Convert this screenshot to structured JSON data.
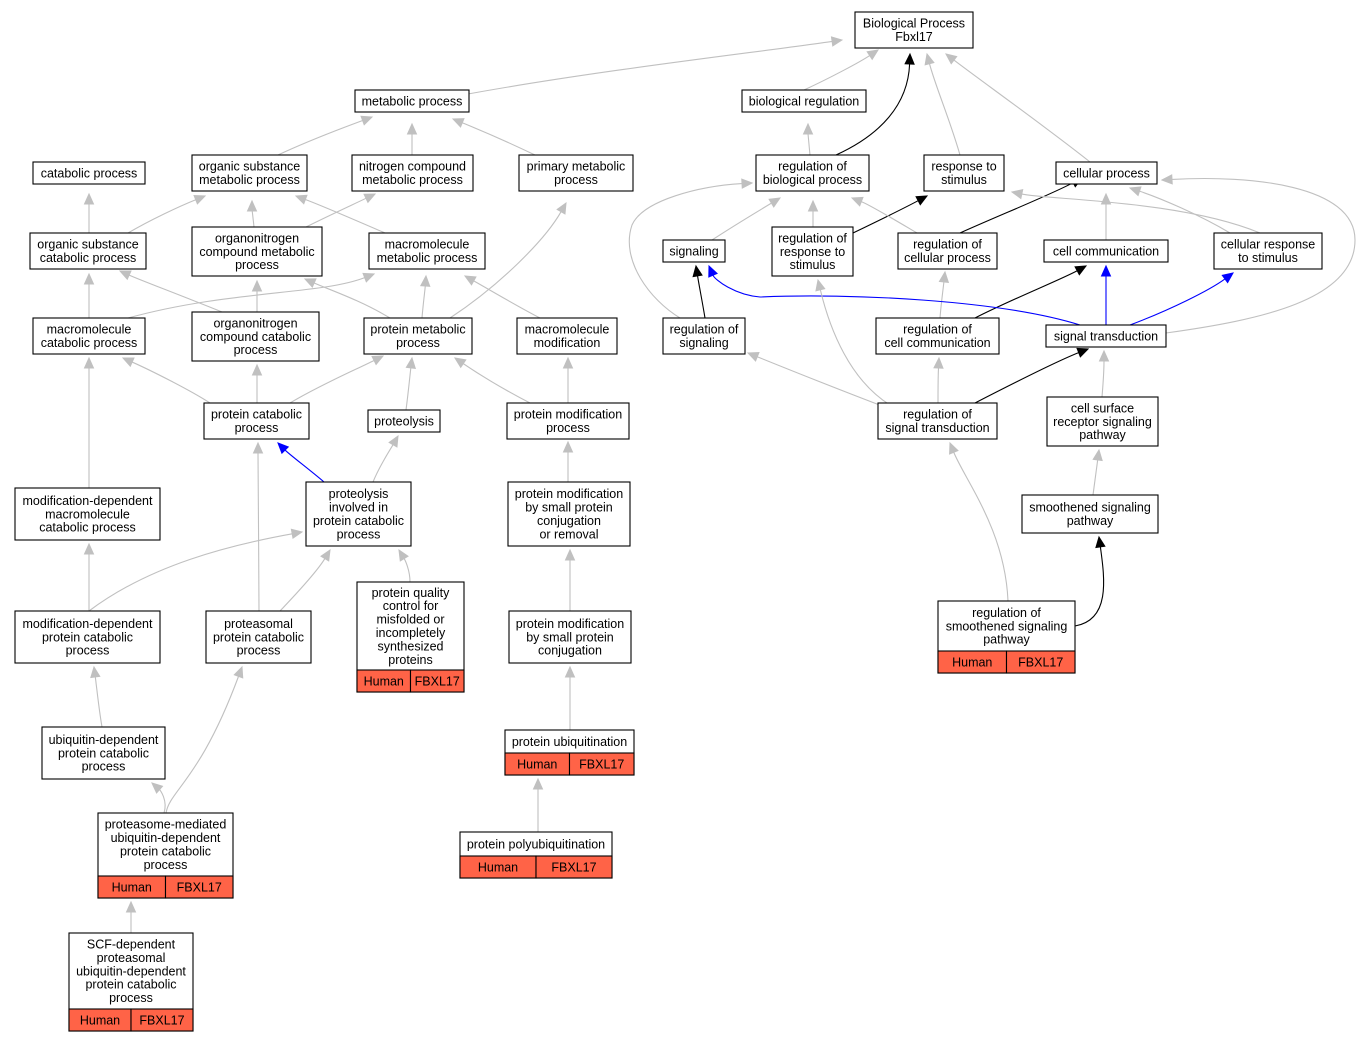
{
  "colors": {
    "is_a": "#c0c0c0",
    "regulates": "#000000",
    "part_of": "#0000ff",
    "annotated_fill": "#ff6347"
  },
  "nodes": [
    {
      "id": "bp",
      "lines": [
        "Biological Process",
        "Fbxl17"
      ]
    },
    {
      "id": "metabolic",
      "lines": [
        "metabolic process"
      ]
    },
    {
      "id": "bioreg",
      "lines": [
        "biological regulation"
      ]
    },
    {
      "id": "catabolic",
      "lines": [
        "catabolic process"
      ]
    },
    {
      "id": "orgsub_met",
      "lines": [
        "organic substance",
        "metabolic process"
      ]
    },
    {
      "id": "nitrogen",
      "lines": [
        "nitrogen compound",
        "metabolic process"
      ]
    },
    {
      "id": "primary",
      "lines": [
        "primary metabolic",
        "process"
      ]
    },
    {
      "id": "reg_bio",
      "lines": [
        "regulation of",
        "biological process"
      ]
    },
    {
      "id": "resp_stim",
      "lines": [
        "response to",
        "stimulus"
      ]
    },
    {
      "id": "cellular",
      "lines": [
        "cellular process"
      ]
    },
    {
      "id": "orgsub_cat",
      "lines": [
        "organic substance",
        "catabolic process"
      ]
    },
    {
      "id": "orgN_met",
      "lines": [
        "organonitrogen",
        "compound metabolic",
        "process"
      ]
    },
    {
      "id": "macro_met",
      "lines": [
        "macromolecule",
        "metabolic process"
      ]
    },
    {
      "id": "signaling",
      "lines": [
        "signaling"
      ]
    },
    {
      "id": "reg_resp",
      "lines": [
        "regulation of",
        "response to",
        "stimulus"
      ]
    },
    {
      "id": "reg_cell",
      "lines": [
        "regulation of",
        "cellular process"
      ]
    },
    {
      "id": "cell_comm",
      "lines": [
        "cell communication"
      ]
    },
    {
      "id": "cell_resp",
      "lines": [
        "cellular response",
        "to stimulus"
      ]
    },
    {
      "id": "macro_cat",
      "lines": [
        "macromolecule",
        "catabolic process"
      ]
    },
    {
      "id": "orgN_cat",
      "lines": [
        "organonitrogen",
        "compound catabolic",
        "process"
      ]
    },
    {
      "id": "prot_met",
      "lines": [
        "protein metabolic",
        "process"
      ]
    },
    {
      "id": "macro_mod",
      "lines": [
        "macromolecule",
        "modification"
      ]
    },
    {
      "id": "reg_sig",
      "lines": [
        "regulation of",
        "signaling"
      ]
    },
    {
      "id": "reg_comm",
      "lines": [
        "regulation of",
        "cell communication"
      ]
    },
    {
      "id": "sig_trans",
      "lines": [
        "signal transduction"
      ]
    },
    {
      "id": "prot_cat",
      "lines": [
        "protein catabolic",
        "process"
      ]
    },
    {
      "id": "proteolysis",
      "lines": [
        "proteolysis"
      ]
    },
    {
      "id": "prot_mod",
      "lines": [
        "protein modification",
        "process"
      ]
    },
    {
      "id": "reg_sigtrans",
      "lines": [
        "regulation of",
        "signal transduction"
      ]
    },
    {
      "id": "csr_path",
      "lines": [
        "cell surface",
        "receptor signaling",
        "pathway"
      ]
    },
    {
      "id": "moddep_macro",
      "lines": [
        "modification-dependent",
        "macromolecule",
        "catabolic process"
      ]
    },
    {
      "id": "prot_involved",
      "lines": [
        "proteolysis",
        "involved in",
        "protein catabolic",
        "process"
      ]
    },
    {
      "id": "prot_mod_small",
      "lines": [
        "protein modification",
        "by small protein",
        "conjugation",
        "or removal"
      ]
    },
    {
      "id": "smoothened",
      "lines": [
        "smoothened signaling",
        "pathway"
      ]
    },
    {
      "id": "moddep_prot",
      "lines": [
        "modification-dependent",
        "protein catabolic",
        "process"
      ]
    },
    {
      "id": "proteasomal",
      "lines": [
        "proteasomal",
        "protein catabolic",
        "process"
      ]
    },
    {
      "id": "qc",
      "lines": [
        "protein quality",
        "control for",
        "misfolded or",
        "incompletely",
        "synthesized",
        "proteins"
      ],
      "annotation": [
        "Human",
        "FBXL17"
      ]
    },
    {
      "id": "prot_conj",
      "lines": [
        "protein modification",
        "by small protein",
        "conjugation"
      ]
    },
    {
      "id": "reg_smooth",
      "lines": [
        "regulation of",
        "smoothened signaling",
        "pathway"
      ],
      "annotation": [
        "Human",
        "FBXL17"
      ]
    },
    {
      "id": "ub_dep",
      "lines": [
        "ubiquitin-dependent",
        "protein catabolic",
        "process"
      ]
    },
    {
      "id": "prot_ubiq",
      "lines": [
        "protein ubiquitination"
      ],
      "annotation": [
        "Human",
        "FBXL17"
      ]
    },
    {
      "id": "proteasome_med",
      "lines": [
        "proteasome-mediated",
        "ubiquitin-dependent",
        "protein catabolic",
        "process"
      ],
      "annotation": [
        "Human",
        "FBXL17"
      ]
    },
    {
      "id": "polyubiq",
      "lines": [
        "protein polyubiquitination"
      ],
      "annotation": [
        "Human",
        "FBXL17"
      ]
    },
    {
      "id": "scf",
      "lines": [
        "SCF-dependent",
        "proteasomal",
        "ubiquitin-dependent",
        "protein catabolic",
        "process"
      ],
      "annotation": [
        "Human",
        "FBXL17"
      ]
    }
  ],
  "edges": [
    {
      "from": "metabolic",
      "to": "bp",
      "type": "is_a"
    },
    {
      "from": "bioreg",
      "to": "bp",
      "type": "is_a"
    },
    {
      "from": "reg_bio",
      "to": "bp",
      "type": "regulates"
    },
    {
      "from": "resp_stim",
      "to": "bp",
      "type": "is_a"
    },
    {
      "from": "cellular",
      "to": "bp",
      "type": "is_a"
    },
    {
      "from": "orgsub_met",
      "to": "metabolic",
      "type": "is_a"
    },
    {
      "from": "nitrogen",
      "to": "metabolic",
      "type": "is_a"
    },
    {
      "from": "primary",
      "to": "metabolic",
      "type": "is_a"
    },
    {
      "from": "reg_bio",
      "to": "bioreg",
      "type": "is_a"
    },
    {
      "from": "orgsub_cat",
      "to": "catabolic",
      "type": "is_a"
    },
    {
      "from": "orgsub_cat",
      "to": "orgsub_met",
      "type": "is_a"
    },
    {
      "from": "orgN_met",
      "to": "orgsub_met",
      "type": "is_a"
    },
    {
      "from": "orgN_met",
      "to": "nitrogen",
      "type": "is_a"
    },
    {
      "from": "macro_met",
      "to": "orgsub_met",
      "type": "is_a"
    },
    {
      "from": "macro_met",
      "to": "primary",
      "type": "is_a"
    },
    {
      "from": "signaling",
      "to": "reg_bio",
      "type": "is_a"
    },
    {
      "from": "reg_resp",
      "to": "reg_bio",
      "type": "is_a"
    },
    {
      "from": "reg_resp",
      "to": "resp_stim",
      "type": "regulates"
    },
    {
      "from": "reg_cell",
      "to": "reg_bio",
      "type": "is_a"
    },
    {
      "from": "reg_cell",
      "to": "cellular",
      "type": "regulates"
    },
    {
      "from": "cell_comm",
      "to": "cellular",
      "type": "is_a"
    },
    {
      "from": "cell_resp",
      "to": "cellular",
      "type": "is_a"
    },
    {
      "from": "cell_resp",
      "to": "resp_stim",
      "type": "is_a"
    },
    {
      "from": "macro_cat",
      "to": "orgsub_cat",
      "type": "is_a"
    },
    {
      "from": "macro_cat",
      "to": "macro_met",
      "type": "is_a"
    },
    {
      "from": "orgN_cat",
      "to": "orgsub_cat",
      "type": "is_a"
    },
    {
      "from": "orgN_cat",
      "to": "orgN_met",
      "type": "is_a"
    },
    {
      "from": "prot_met",
      "to": "orgN_met",
      "type": "is_a"
    },
    {
      "from": "prot_met",
      "to": "macro_met",
      "type": "is_a"
    },
    {
      "from": "prot_met",
      "to": "primary",
      "type": "is_a"
    },
    {
      "from": "macro_mod",
      "to": "macro_met",
      "type": "is_a"
    },
    {
      "from": "reg_sig",
      "to": "signaling",
      "type": "regulates"
    },
    {
      "from": "reg_sig",
      "to": "reg_bio",
      "type": "is_a"
    },
    {
      "from": "reg_comm",
      "to": "reg_cell",
      "type": "is_a"
    },
    {
      "from": "reg_comm",
      "to": "cell_comm",
      "type": "regulates"
    },
    {
      "from": "sig_trans",
      "to": "signaling",
      "type": "part_of"
    },
    {
      "from": "sig_trans",
      "to": "cell_comm",
      "type": "part_of"
    },
    {
      "from": "sig_trans",
      "to": "cell_resp",
      "type": "part_of"
    },
    {
      "from": "sig_trans",
      "to": "cellular",
      "type": "is_a"
    },
    {
      "from": "prot_cat",
      "to": "macro_cat",
      "type": "is_a"
    },
    {
      "from": "prot_cat",
      "to": "orgN_cat",
      "type": "is_a"
    },
    {
      "from": "prot_cat",
      "to": "prot_met",
      "type": "is_a"
    },
    {
      "from": "proteolysis",
      "to": "prot_met",
      "type": "is_a"
    },
    {
      "from": "prot_mod",
      "to": "prot_met",
      "type": "is_a"
    },
    {
      "from": "prot_mod",
      "to": "macro_mod",
      "type": "is_a"
    },
    {
      "from": "reg_sigtrans",
      "to": "reg_sig",
      "type": "is_a"
    },
    {
      "from": "reg_sigtrans",
      "to": "reg_comm",
      "type": "is_a"
    },
    {
      "from": "reg_sigtrans",
      "to": "reg_resp",
      "type": "is_a"
    },
    {
      "from": "reg_sigtrans",
      "to": "sig_trans",
      "type": "regulates"
    },
    {
      "from": "csr_path",
      "to": "sig_trans",
      "type": "is_a"
    },
    {
      "from": "moddep_macro",
      "to": "macro_cat",
      "type": "is_a"
    },
    {
      "from": "prot_involved",
      "to": "prot_cat",
      "type": "part_of"
    },
    {
      "from": "prot_involved",
      "to": "proteolysis",
      "type": "is_a"
    },
    {
      "from": "prot_mod_small",
      "to": "prot_mod",
      "type": "is_a"
    },
    {
      "from": "smoothened",
      "to": "csr_path",
      "type": "is_a"
    },
    {
      "from": "moddep_prot",
      "to": "moddep_macro",
      "type": "is_a"
    },
    {
      "from": "moddep_prot",
      "to": "prot_involved",
      "type": "is_a"
    },
    {
      "from": "proteasomal",
      "to": "prot_cat",
      "type": "is_a"
    },
    {
      "from": "proteasomal",
      "to": "prot_involved",
      "type": "is_a"
    },
    {
      "from": "qc",
      "to": "prot_involved",
      "type": "is_a"
    },
    {
      "from": "prot_conj",
      "to": "prot_mod_small",
      "type": "is_a"
    },
    {
      "from": "reg_smooth",
      "to": "reg_sigtrans",
      "type": "is_a"
    },
    {
      "from": "reg_smooth",
      "to": "smoothened",
      "type": "regulates"
    },
    {
      "from": "ub_dep",
      "to": "moddep_prot",
      "type": "is_a"
    },
    {
      "from": "prot_ubiq",
      "to": "prot_conj",
      "type": "is_a"
    },
    {
      "from": "proteasome_med",
      "to": "ub_dep",
      "type": "is_a"
    },
    {
      "from": "proteasome_med",
      "to": "proteasomal",
      "type": "is_a"
    },
    {
      "from": "polyubiq",
      "to": "prot_ubiq",
      "type": "is_a"
    },
    {
      "from": "scf",
      "to": "proteasome_med",
      "type": "is_a"
    }
  ]
}
